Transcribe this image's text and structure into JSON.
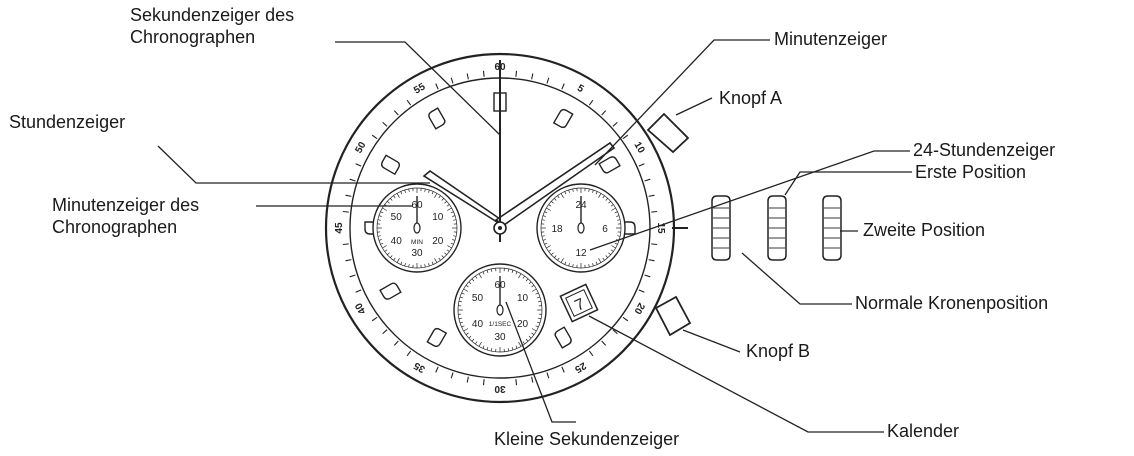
{
  "labels": {
    "chrono_seconds": [
      "Sekundenzeiger des",
      "Chronographen"
    ],
    "minute_hand": "Minutenzeiger",
    "button_a": "Knopf A",
    "hour_24_hand": "24-Stundenzeiger",
    "hour_hand": "Stundenzeiger",
    "first_position": "Erste Position",
    "chrono_minute": [
      "Minutenzeiger des",
      "Chronographen"
    ],
    "second_position": "Zweite Position",
    "normal_crown": "Normale Kronenposition",
    "button_b": "Knopf B",
    "small_seconds": "Kleine Sekundenzeiger",
    "calendar": "Kalender"
  },
  "dial": {
    "bezel_numbers": [
      "60",
      "5",
      "10",
      "15",
      "20",
      "25",
      "30",
      "35",
      "40",
      "45",
      "50",
      "55"
    ],
    "left_subdial": {
      "numbers": [
        "60",
        "10",
        "20",
        "30",
        "40",
        "50"
      ],
      "caption": "MIN"
    },
    "right_subdial": {
      "numbers": [
        "24",
        "6",
        "12",
        "18"
      ]
    },
    "bottom_subdial": {
      "numbers": [
        "60",
        "10",
        "20",
        "30",
        "40",
        "50"
      ],
      "caption": "1/1SEC"
    },
    "date": "7"
  }
}
